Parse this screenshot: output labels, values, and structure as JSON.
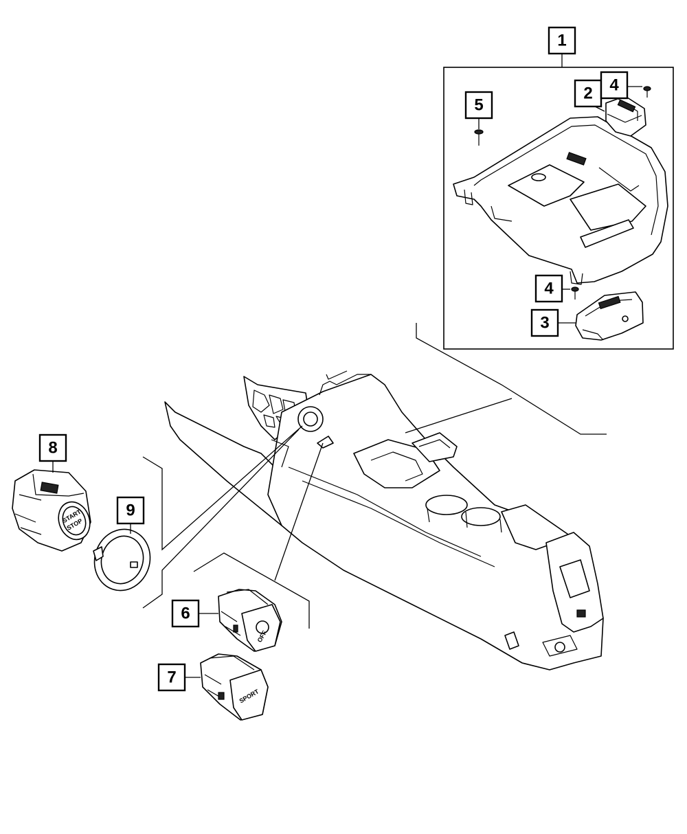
{
  "callouts": [
    {
      "id": "1",
      "label": "1"
    },
    {
      "id": "2",
      "label": "2"
    },
    {
      "id": "3",
      "label": "3"
    },
    {
      "id": "4a",
      "label": "4"
    },
    {
      "id": "4b",
      "label": "4"
    },
    {
      "id": "5",
      "label": "5"
    },
    {
      "id": "6",
      "label": "6"
    },
    {
      "id": "7",
      "label": "7"
    },
    {
      "id": "8",
      "label": "8"
    },
    {
      "id": "9",
      "label": "9"
    }
  ],
  "switch_labels": {
    "start_stop_line1": "START",
    "start_stop_line2": "STOP",
    "engine_off": "OFF",
    "sport": "SPORT"
  }
}
